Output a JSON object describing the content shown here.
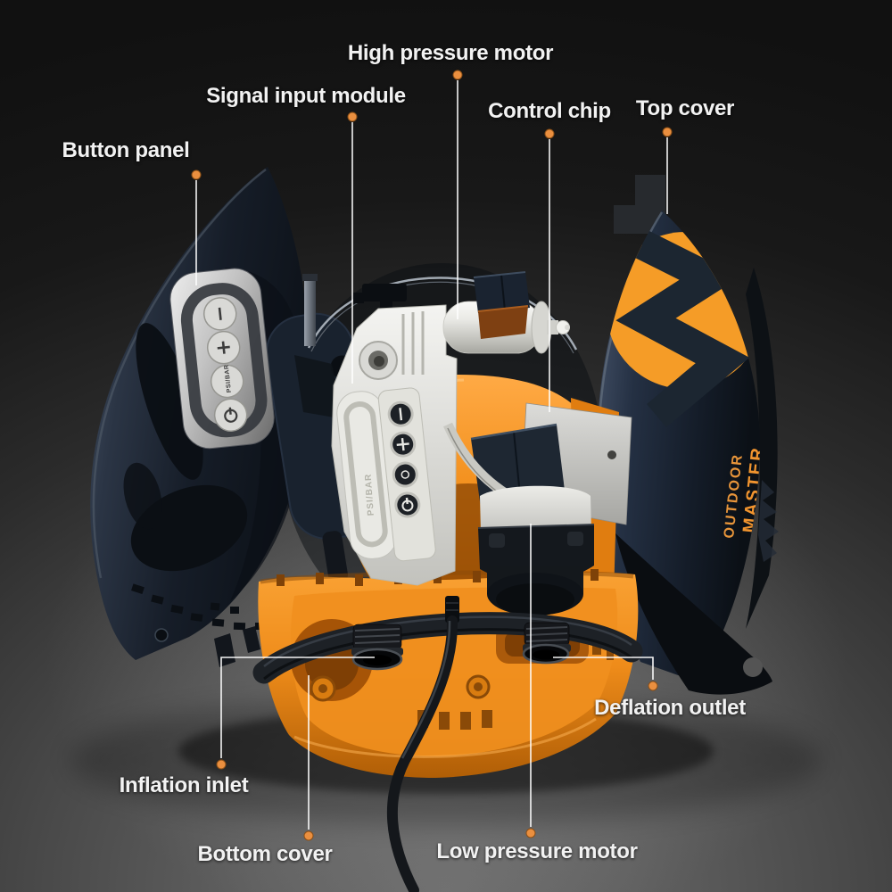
{
  "labels": {
    "high_pressure_motor": "High pressure motor",
    "signal_input_module": "Signal input module",
    "control_chip": "Control chip",
    "top_cover": "Top cover",
    "button_panel": "Button panel",
    "deflation_outlet": "Deflation outlet",
    "inflation_inlet": "Inflation inlet",
    "bottom_cover": "Bottom cover",
    "low_pressure_motor": "Low pressure motor"
  },
  "brand": {
    "line1": "OUTDOOR",
    "line2": "MASTER",
    "logo": "orange-circle-zigzag-m-monogram"
  },
  "panel": {
    "buttons": [
      {
        "icon": "minus-bar"
      },
      {
        "icon": "plus"
      },
      {
        "icon": "unit-label",
        "text": "PSI/BAR"
      },
      {
        "icon": "power"
      }
    ],
    "unit": "PSI/BAR"
  },
  "colors": {
    "accent_orange": "#F2901E",
    "cover_navy": "#1B2533",
    "label_text": "#F2F2F2",
    "leader_dot": "#EA8F3F",
    "leader_line": "#FFFFFF",
    "background_top": "#111111",
    "background_bottom": "#6E6E6E"
  }
}
